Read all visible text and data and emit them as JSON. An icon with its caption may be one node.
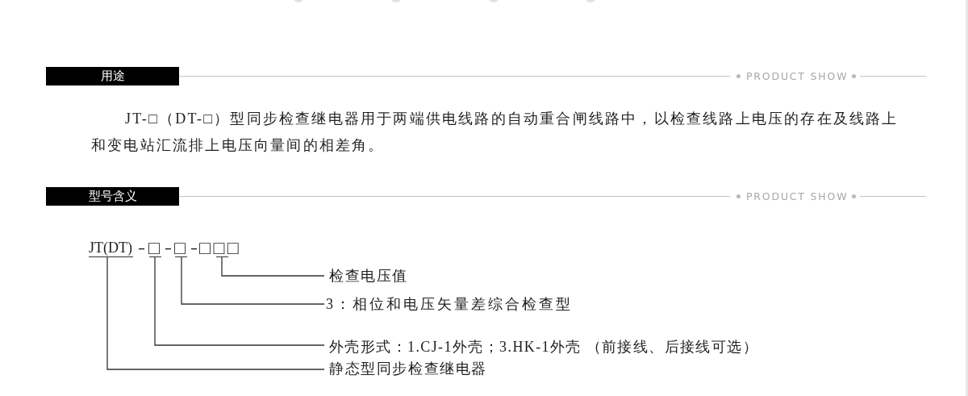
{
  "diagram": {
    "nodes": [
      {
        "text": [
          "用途"
        ]
      },
      {
        "text": [
          "型号含义"
        ]
      },
      {
        "text": [
          "JT(DT)"
        ]
      },
      {
        "text": [
          "□"
        ]
      },
      {
        "text": [
          "□"
        ]
      },
      {
        "text": [
          "□□□"
        ]
      },
      {
        "text": [
          "检查电压值"
        ]
      },
      {
        "text": [
          "3：相位和电压矢量差综合检查型"
        ]
      },
      {
        "text": [
          "外壳形式：1.CJ-1外壳；3.HK-1外壳 （前接线、后接线可选）"
        ]
      },
      {
        "text": [
          "静态型同步检查继电器"
        ]
      }
    ],
    "edges": [
      {
        "from": 5,
        "to": 6,
        "arrow": "none"
      },
      {
        "from": 4,
        "to": 7,
        "arrow": "none"
      },
      {
        "from": 3,
        "to": 8,
        "arrow": "none"
      },
      {
        "from": 2,
        "to": 9,
        "arrow": "none"
      }
    ],
    "labels": [
      "PRODUCT SHOW",
      "JT-□（DT-□）型同步检查继电器用于两端供电线路的自动重合闸线路中，以检查线路上电压的存在及线路上和变电站汇流排上电压向量间的相差角。",
      "PRODUCT SHOW",
      "-",
      "-",
      "-"
    ]
  }
}
